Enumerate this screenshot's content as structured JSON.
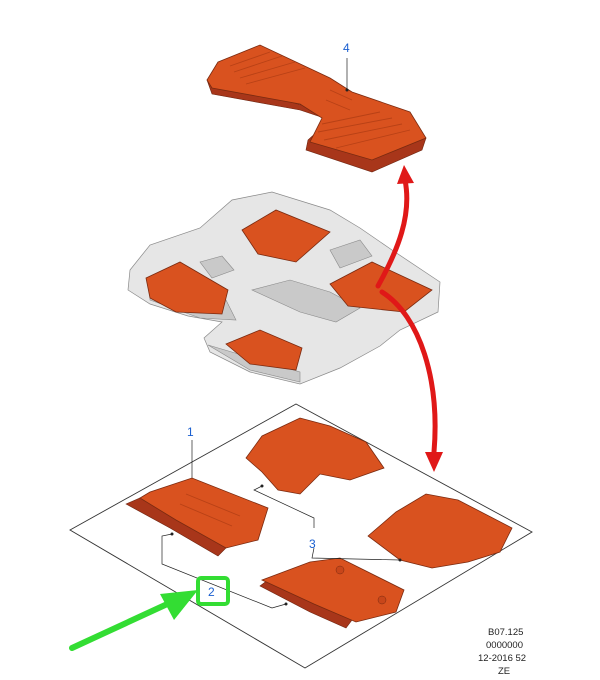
{
  "callouts": {
    "c1": "1",
    "c2": "2",
    "c3": "3",
    "c4": "4"
  },
  "reference": {
    "line1": "B07.125",
    "line2": "0000000",
    "line3": "12-2016 52",
    "line4": "ZE"
  },
  "colors": {
    "mat": "#d9521f",
    "mat_edge": "#a8361a",
    "arrow_red": "#e01818",
    "pointer_green": "#33dd33",
    "callout_blue": "#1a5fd0"
  }
}
